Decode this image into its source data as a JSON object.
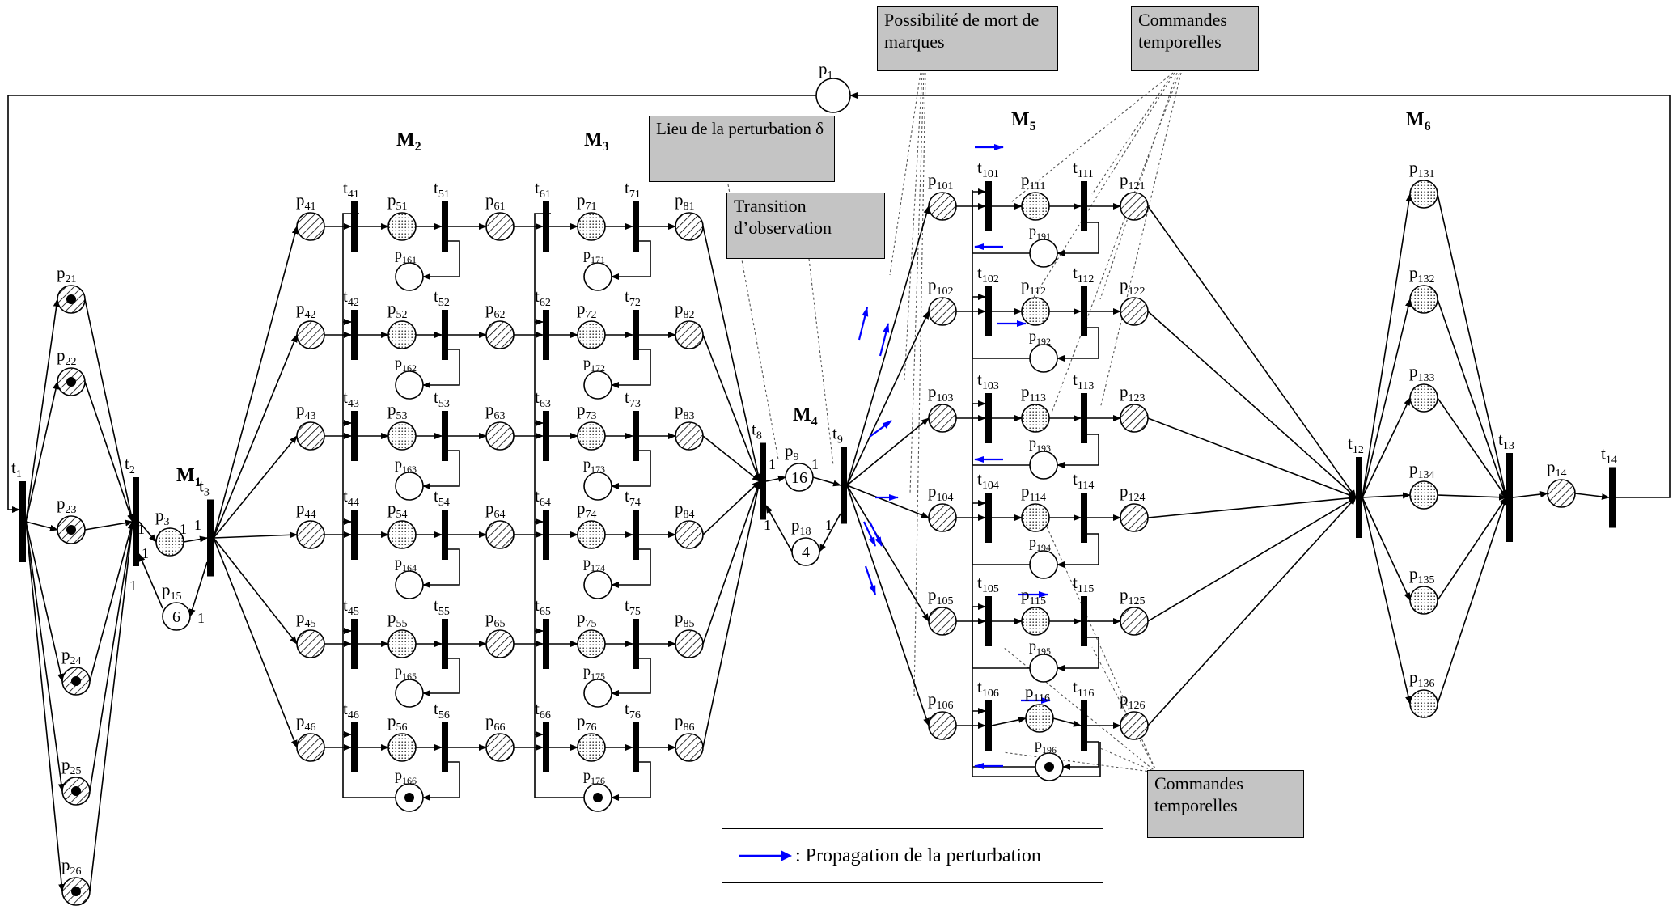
{
  "colors": {
    "ink": "#000000",
    "note_fill": "#c4c4c4",
    "propagation_arrow": "#0000ff"
  },
  "modules": [
    "M",
    "M",
    "M",
    "M",
    "M",
    "M"
  ],
  "module_subs": [
    "1",
    "2",
    "3",
    "4",
    "5",
    "6"
  ],
  "transitions": [
    "t1",
    "t2",
    "t3",
    "t41",
    "t42",
    "t43",
    "t44",
    "t45",
    "t46",
    "t51",
    "t52",
    "t53",
    "t54",
    "t55",
    "t56",
    "t61",
    "t62",
    "t63",
    "t64",
    "t65",
    "t66",
    "t71",
    "t72",
    "t73",
    "t74",
    "t75",
    "t76",
    "t8",
    "t9",
    "t101",
    "t102",
    "t103",
    "t104",
    "t105",
    "t106",
    "t111",
    "t112",
    "t113",
    "t114",
    "t115",
    "t116",
    "t12",
    "t13",
    "t14"
  ],
  "places": [
    "p1",
    "p3",
    "p9",
    "p14",
    "p15",
    "p18",
    "p21",
    "p22",
    "p23",
    "p24",
    "p25",
    "p26",
    "p41",
    "p42",
    "p43",
    "p44",
    "p45",
    "p46",
    "p51",
    "p52",
    "p53",
    "p54",
    "p55",
    "p56",
    "p61",
    "p62",
    "p63",
    "p64",
    "p65",
    "p66",
    "p71",
    "p72",
    "p73",
    "p74",
    "p75",
    "p76",
    "p81",
    "p82",
    "p83",
    "p84",
    "p85",
    "p86",
    "p101",
    "p102",
    "p103",
    "p104",
    "p105",
    "p106",
    "p111",
    "p112",
    "p113",
    "p114",
    "p115",
    "p116",
    "p121",
    "p122",
    "p123",
    "p124",
    "p125",
    "p126",
    "p131",
    "p132",
    "p133",
    "p134",
    "p135",
    "p136",
    "p161",
    "p162",
    "p163",
    "p164",
    "p165",
    "p166",
    "p171",
    "p172",
    "p173",
    "p174",
    "p175",
    "p176",
    "p191",
    "p192",
    "p193",
    "p194",
    "p195",
    "p196"
  ],
  "place_tokens": {
    "p15": "6",
    "p9": "16",
    "p18": "4"
  },
  "arc_weights": [
    "1",
    "1",
    "1",
    "1",
    "1",
    "1",
    "1",
    "1",
    "1",
    "1"
  ],
  "notes": {
    "mort": "Possibilité de mort de marques",
    "commandes_top": "Commandes temporelles",
    "lieu": "Lieu de la perturbation δ",
    "transition_obs": "Transition d’observation",
    "commandes_bottom": "Commandes temporelles"
  },
  "legend": {
    "text": ": Propagation de la perturbation"
  }
}
